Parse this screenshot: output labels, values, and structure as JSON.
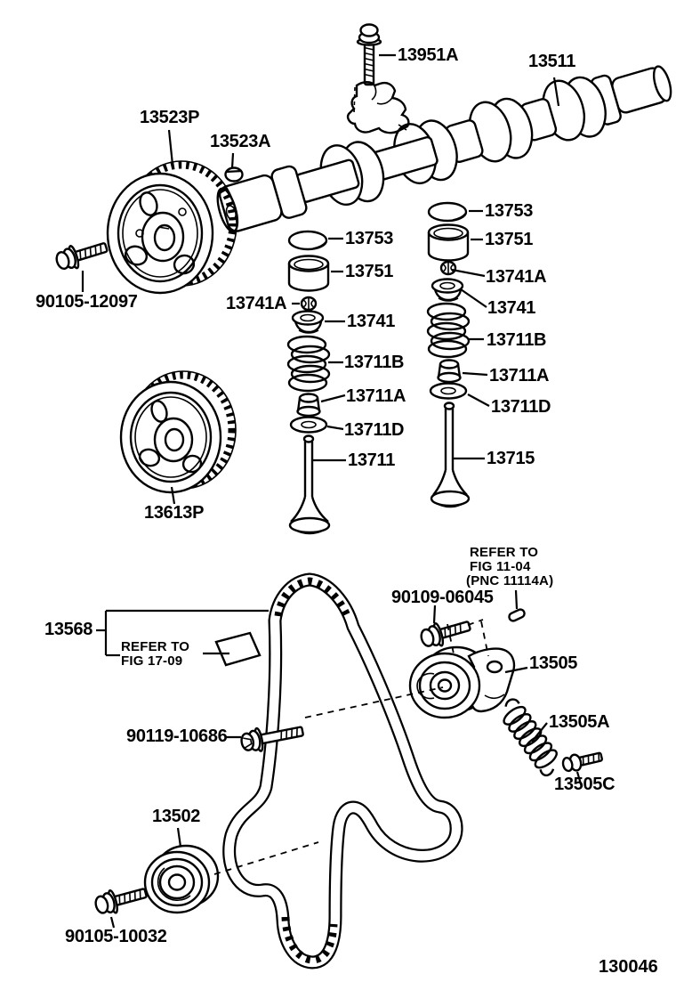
{
  "figure": {
    "code": "130046"
  },
  "parts": {
    "p13951A": "13951A",
    "p13511": "13511",
    "p13523P": "13523P",
    "p13523A": "13523A",
    "p13753": "13753",
    "p13751": "13751",
    "p13741A": "13741A",
    "p13741": "13741",
    "p13711B": "13711B",
    "p13711A": "13711A",
    "p13711D": "13711D",
    "p13711": "13711",
    "p13715": "13715",
    "p90105_12097": "90105-12097",
    "p13613P": "13613P",
    "p13568": "13568",
    "p90109_06045": "90109-06045",
    "p13505": "13505",
    "p13505A": "13505A",
    "p13505C": "13505C",
    "p90119_10686": "90119-10686",
    "p13502": "13502",
    "p90105_10032": "90105-10032"
  },
  "notes": {
    "belt_note": {
      "line1": "REFER TO",
      "line2": "FIG 17-09"
    },
    "pin_note": {
      "line1": "REFER TO",
      "line2": "FIG 11-04",
      "line3": "(PNC 11114A)"
    }
  },
  "colors": {
    "ink": "#000000",
    "paper": "#ffffff"
  }
}
